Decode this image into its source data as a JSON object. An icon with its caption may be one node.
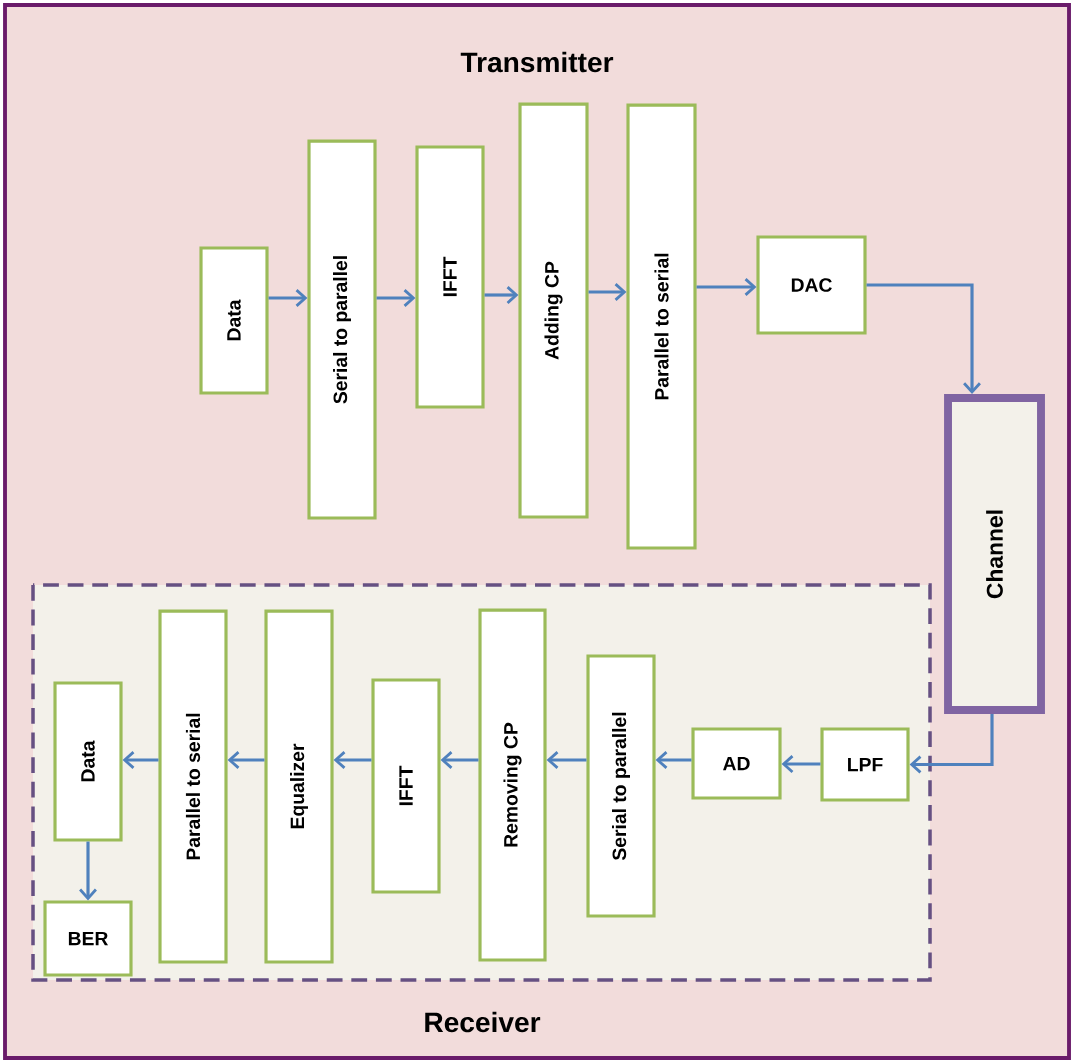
{
  "diagram": {
    "nodes": [
      {
        "text": [
          "Transmitter"
        ]
      },
      {
        "text": [
          "Data"
        ],
        "in": 0
      },
      {
        "text": [
          "Serial to parallel"
        ],
        "in": 0
      },
      {
        "text": [
          "IFFT"
        ],
        "in": 0
      },
      {
        "text": [
          "Adding CP"
        ],
        "in": 0
      },
      {
        "text": [
          "Parallel to serial"
        ],
        "in": 0
      },
      {
        "text": [
          "DAC"
        ],
        "in": 0
      },
      {
        "text": [
          "Channel"
        ],
        "in": 0
      },
      {
        "text": [
          "Receiver"
        ],
        "in": 0
      },
      {
        "text": [
          "LPF"
        ],
        "in": 8
      },
      {
        "text": [
          "AD"
        ],
        "in": 8
      },
      {
        "text": [
          "Serial to parallel"
        ],
        "in": 8
      },
      {
        "text": [
          "Removing CP"
        ],
        "in": 8
      },
      {
        "text": [
          "IFFT"
        ],
        "in": 8
      },
      {
        "text": [
          "Equalizer"
        ],
        "in": 8
      },
      {
        "text": [
          "Parallel to serial"
        ],
        "in": 8
      },
      {
        "text": [
          "Data"
        ],
        "in": 8
      },
      {
        "text": [
          "BER"
        ],
        "in": 8
      }
    ],
    "edges": [
      {
        "from": 1,
        "to": 2,
        "arrow": "to"
      },
      {
        "from": 2,
        "to": 3,
        "arrow": "to"
      },
      {
        "from": 3,
        "to": 4,
        "arrow": "to"
      },
      {
        "from": 4,
        "to": 5,
        "arrow": "to"
      },
      {
        "from": 5,
        "to": 6,
        "arrow": "to"
      },
      {
        "from": 6,
        "to": 7,
        "arrow": "to"
      },
      {
        "from": 7,
        "to": 9,
        "arrow": "to"
      },
      {
        "from": 9,
        "to": 10,
        "arrow": "to"
      },
      {
        "from": 10,
        "to": 11,
        "arrow": "to"
      },
      {
        "from": 11,
        "to": 12,
        "arrow": "to"
      },
      {
        "from": 12,
        "to": 13,
        "arrow": "to"
      },
      {
        "from": 13,
        "to": 14,
        "arrow": "to"
      },
      {
        "from": 14,
        "to": 15,
        "arrow": "to"
      },
      {
        "from": 15,
        "to": 16,
        "arrow": "to"
      },
      {
        "from": 16,
        "to": 17,
        "arrow": "to"
      }
    ]
  }
}
